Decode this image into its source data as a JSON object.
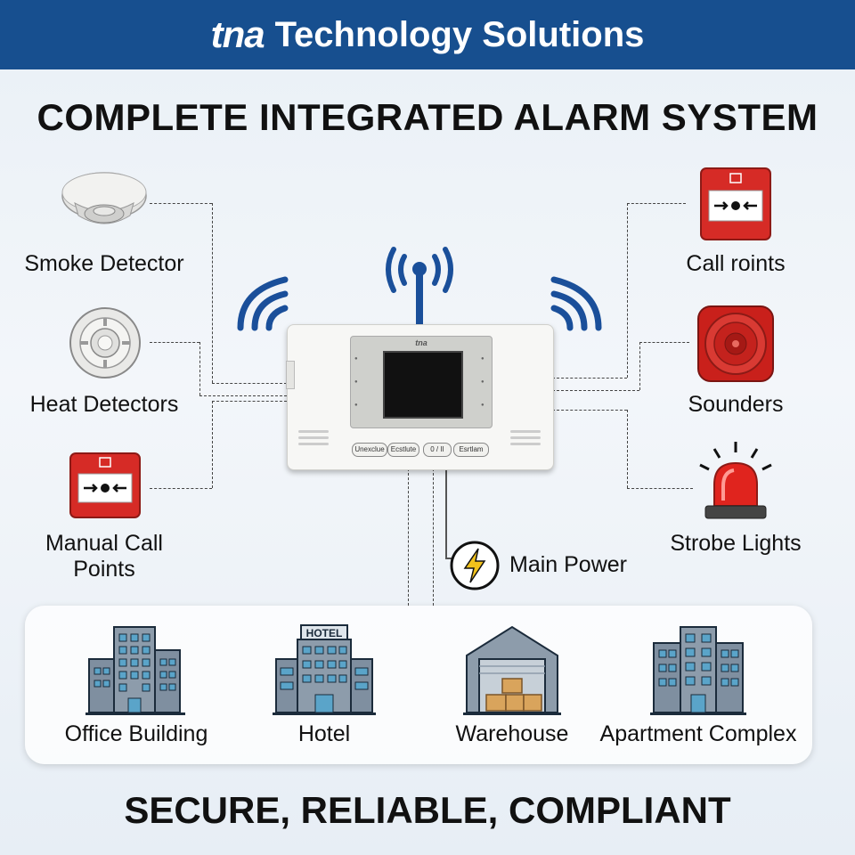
{
  "header": {
    "brand": "tna",
    "company": "Technology Solutions"
  },
  "title": "COMPLETE INTEGRATED ALARM SYSTEM",
  "left_devices": [
    {
      "label": "Smoke Detector"
    },
    {
      "label": "Heat Detectors"
    },
    {
      "label_line1": "Manual Call",
      "label_line2": "Points"
    }
  ],
  "right_devices": [
    {
      "label": "Call roints"
    },
    {
      "label": "Sounders"
    },
    {
      "label": "Strobe Lights"
    }
  ],
  "panel": {
    "logo": "tna",
    "buttons": [
      "Unexclue",
      "Ecstlute",
      "0 / II",
      "Esrtlam"
    ]
  },
  "power": {
    "label": "Main Power"
  },
  "buildings": [
    {
      "label": "Office Building"
    },
    {
      "label": "Hotel",
      "sign": "HOTEL"
    },
    {
      "label": "Warehouse"
    },
    {
      "label": "Apartment Complex"
    }
  ],
  "footer": "SECURE, RELIABLE, COMPLIANT",
  "colors": {
    "header": "#174f8f",
    "alarm_red": "#d62b26",
    "wireless_blue": "#1a4f9a",
    "power_yellow": "#f2c21b"
  }
}
